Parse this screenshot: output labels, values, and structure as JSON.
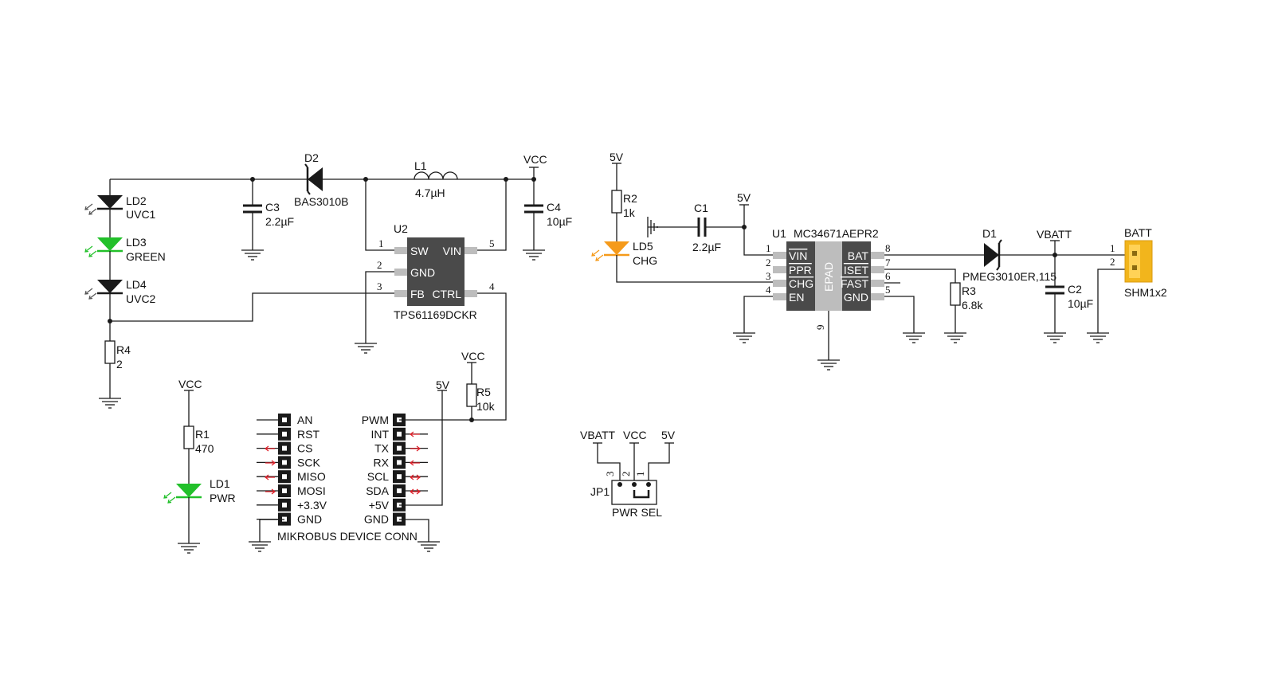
{
  "colors": {
    "wire": "#1a1a1a",
    "chip": "#4a4a4a",
    "pad": "#bdbdbd",
    "led_green": "#22c02a",
    "led_orange": "#f59a1a",
    "led_dark": "#1a1a1a",
    "connector": "#f2b51c",
    "arrow_red": "#e0202a"
  },
  "boost": {
    "d2": {
      "ref": "D2",
      "value": "BAS3010B"
    },
    "l1": {
      "ref": "L1",
      "value": "4.7µH"
    },
    "vcc": "VCC",
    "c3": {
      "ref": "C3",
      "value": "2.2µF"
    },
    "c4": {
      "ref": "C4",
      "value": "10µF"
    },
    "ld2": {
      "ref": "LD2",
      "value": "UVC1"
    },
    "ld3": {
      "ref": "LD3",
      "value": "GREEN"
    },
    "ld4": {
      "ref": "LD4",
      "value": "UVC2"
    },
    "r4": {
      "ref": "R4",
      "value": "2"
    },
    "u2": {
      "ref": "U2",
      "part": "TPS61169DCKR",
      "pins": [
        "SW",
        "GND",
        "FB",
        "VIN",
        "CTRL"
      ],
      "pin_numbers": [
        "1",
        "2",
        "3",
        "5",
        "4"
      ]
    },
    "r5": {
      "ref": "R5",
      "value": "10k",
      "rail": "VCC"
    }
  },
  "power_led": {
    "rail": "VCC",
    "r1": {
      "ref": "R1",
      "value": "470"
    },
    "ld1": {
      "ref": "LD1",
      "value": "PWR"
    }
  },
  "mikrobus": {
    "title": "MIKROBUS DEVICE CONN",
    "left": [
      "AN",
      "RST",
      "CS",
      "SCK",
      "MISO",
      "MOSI",
      "+3.3V",
      "GND"
    ],
    "right": [
      "PWM",
      "INT",
      "TX",
      "RX",
      "SCL",
      "SDA",
      "+5V",
      "GND"
    ],
    "rail_5v": "5V"
  },
  "jumper": {
    "ref": "JP1",
    "label": "PWR SEL",
    "nets": [
      "VBATT",
      "VCC",
      "5V"
    ],
    "pins": [
      "3",
      "2",
      "1"
    ]
  },
  "charger": {
    "rail_r2": "5V",
    "r2": {
      "ref": "R2",
      "value": "1k"
    },
    "ld5": {
      "ref": "LD5",
      "value": "CHG"
    },
    "c1": {
      "ref": "C1",
      "value": "2.2µF"
    },
    "rail_vin": "5V",
    "u1": {
      "ref": "U1",
      "part": "MC34671AEPR2",
      "left_pins": [
        "VIN",
        "PPR",
        "CHG",
        "EN"
      ],
      "left_numbers": [
        "1",
        "2",
        "3",
        "4"
      ],
      "right_pins": [
        "BAT",
        "ISET",
        "FAST",
        "GND"
      ],
      "right_numbers": [
        "8",
        "7",
        "6",
        "5"
      ],
      "epad": "EPAD",
      "epad_number": "9"
    },
    "r3": {
      "ref": "R3",
      "value": "6.8k"
    },
    "d1": {
      "ref": "D1",
      "value": "PMEG3010ER,115"
    },
    "vbatt": "VBATT",
    "c2": {
      "ref": "C2",
      "value": "10µF"
    },
    "batt": {
      "ref": "BATT",
      "value": "SHM1x2",
      "pins": [
        "1",
        "2"
      ]
    }
  }
}
